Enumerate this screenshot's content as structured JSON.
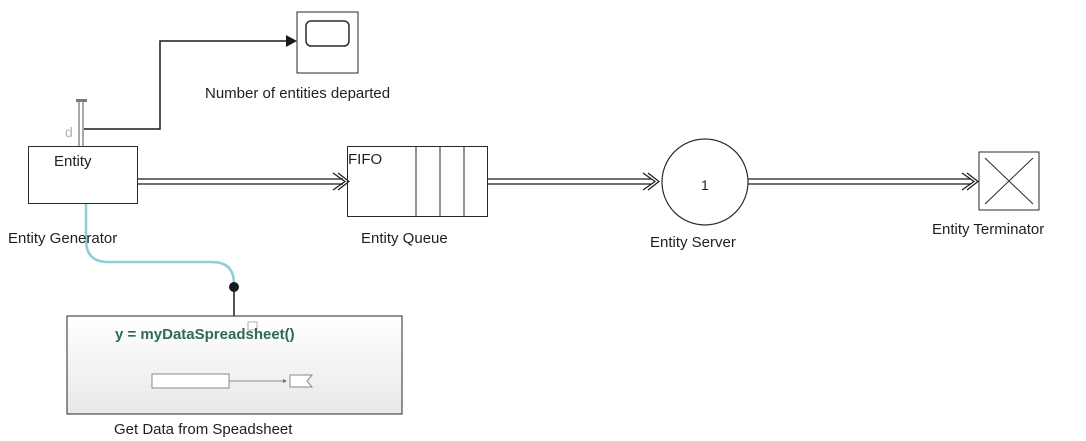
{
  "blocks": {
    "scope": {
      "label": "Number of entities departed"
    },
    "entity_generator": {
      "inner_label": "Entity",
      "port_label": "d",
      "label": "Entity Generator"
    },
    "entity_queue": {
      "inner_label": "FIFO",
      "label": "Entity Queue"
    },
    "entity_server": {
      "inner_label": "1",
      "label": "Entity Server"
    },
    "entity_terminator": {
      "label": "Entity Terminator"
    },
    "spreadsheet_function": {
      "code": "y = myDataSpreadsheet()",
      "label": "Get Data from Speadsheet"
    }
  },
  "colors": {
    "line": "#1a1a1a",
    "function_connection": "#8ccfd6",
    "code_text": "#2e6b4f",
    "function_fill_top": "#ffffff",
    "function_fill_bottom": "#e9e9e9"
  }
}
